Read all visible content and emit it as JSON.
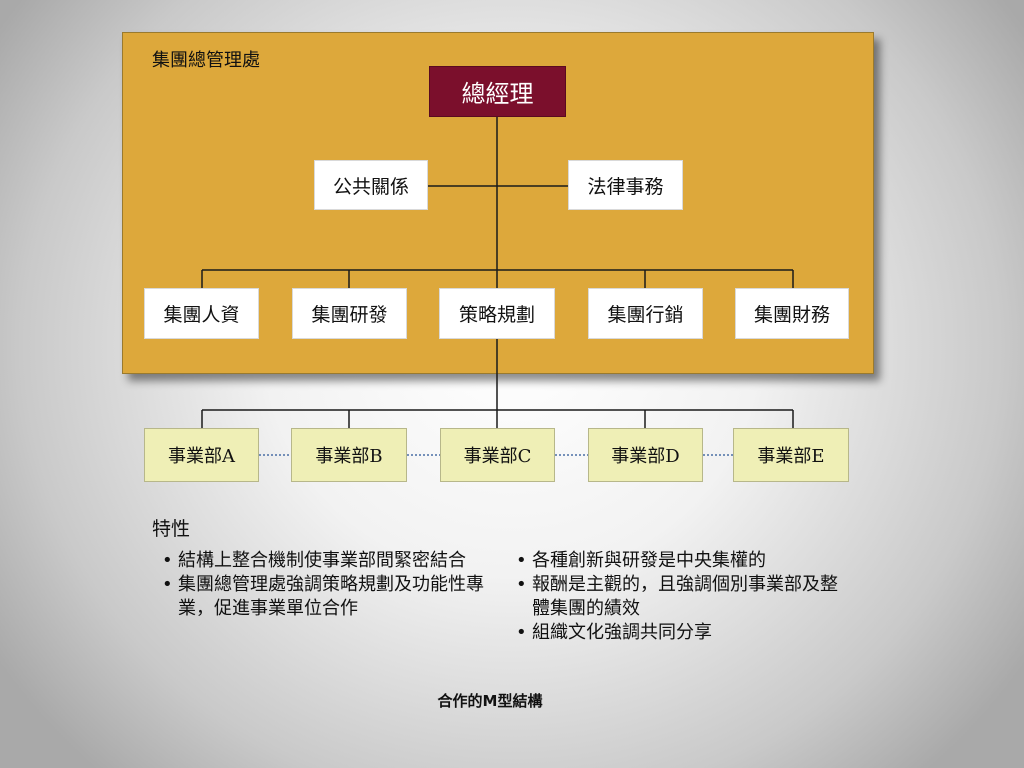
{
  "hq": {
    "label": "集團總管理處",
    "general_manager": "總經理",
    "staff": [
      "公共關係",
      "法律事務"
    ],
    "functions": [
      "集團人資",
      "集團研發",
      "策略規劃",
      "集團行銷",
      "集團財務"
    ]
  },
  "business_units": [
    "事業部A",
    "事業部B",
    "事業部C",
    "事業部D",
    "事業部E"
  ],
  "features": {
    "title": "特性",
    "left": [
      "結構上整合機制使事業部間緊密結合",
      "集團總管理處強調策略規劃及功能性專業，促進事業單位合作"
    ],
    "right": [
      "各種創新與研發是中央集權的",
      "報酬是主觀的，且強調個別事業部及整體集團的績效",
      "組織文化強調共同分享"
    ]
  },
  "caption": "合作的M型結構",
  "colors": {
    "hq_background": "#dda83b",
    "general_manager": "#7b0f2c",
    "business_unit": "#efefb6"
  }
}
